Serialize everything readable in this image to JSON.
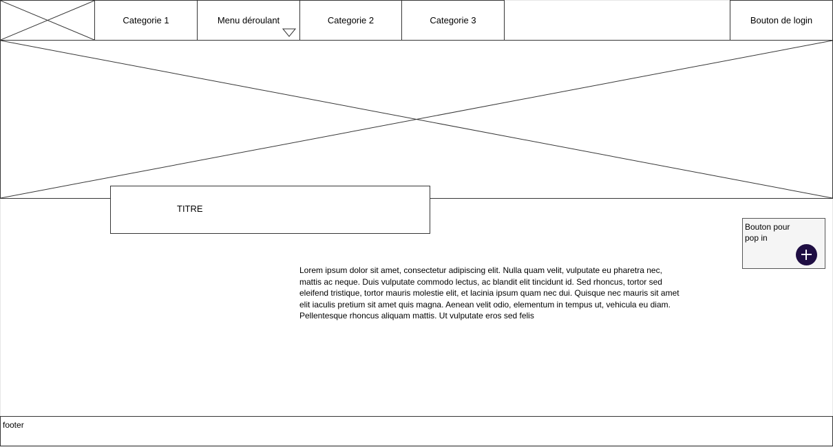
{
  "nav": {
    "logo_icon": "image-placeholder-icon",
    "items": [
      {
        "label": "Categorie 1"
      },
      {
        "label": "Menu déroulant",
        "icon": "dropdown-triangle-icon"
      },
      {
        "label": "Categorie 2"
      },
      {
        "label": "Categorie 3"
      }
    ],
    "login_label": "Bouton de login"
  },
  "hero": {
    "icon": "image-placeholder-icon"
  },
  "title": {
    "text": "TITRE"
  },
  "content": {
    "text": "Lorem ipsum dolor sit amet, consectetur adipiscing elit. Nulla quam velit, vulputate eu pharetra nec, mattis ac neque. Duis vulputate commodo lectus, ac blandit elit tincidunt id. Sed rhoncus, tortor sed eleifend tristique, tortor mauris molestie elit, et lacinia ipsum quam nec dui. Quisque nec mauris sit amet elit iaculis pretium sit amet quis magna. Aenean velit odio, elementum in tempus ut, vehicula eu diam. Pellentesque rhoncus aliquam mattis. Ut vulputate eros sed felis"
  },
  "popin": {
    "label": "Bouton pour pop in",
    "icon": "plus-icon",
    "button_color": "#1f0e43"
  },
  "footer": {
    "label": "footer"
  }
}
